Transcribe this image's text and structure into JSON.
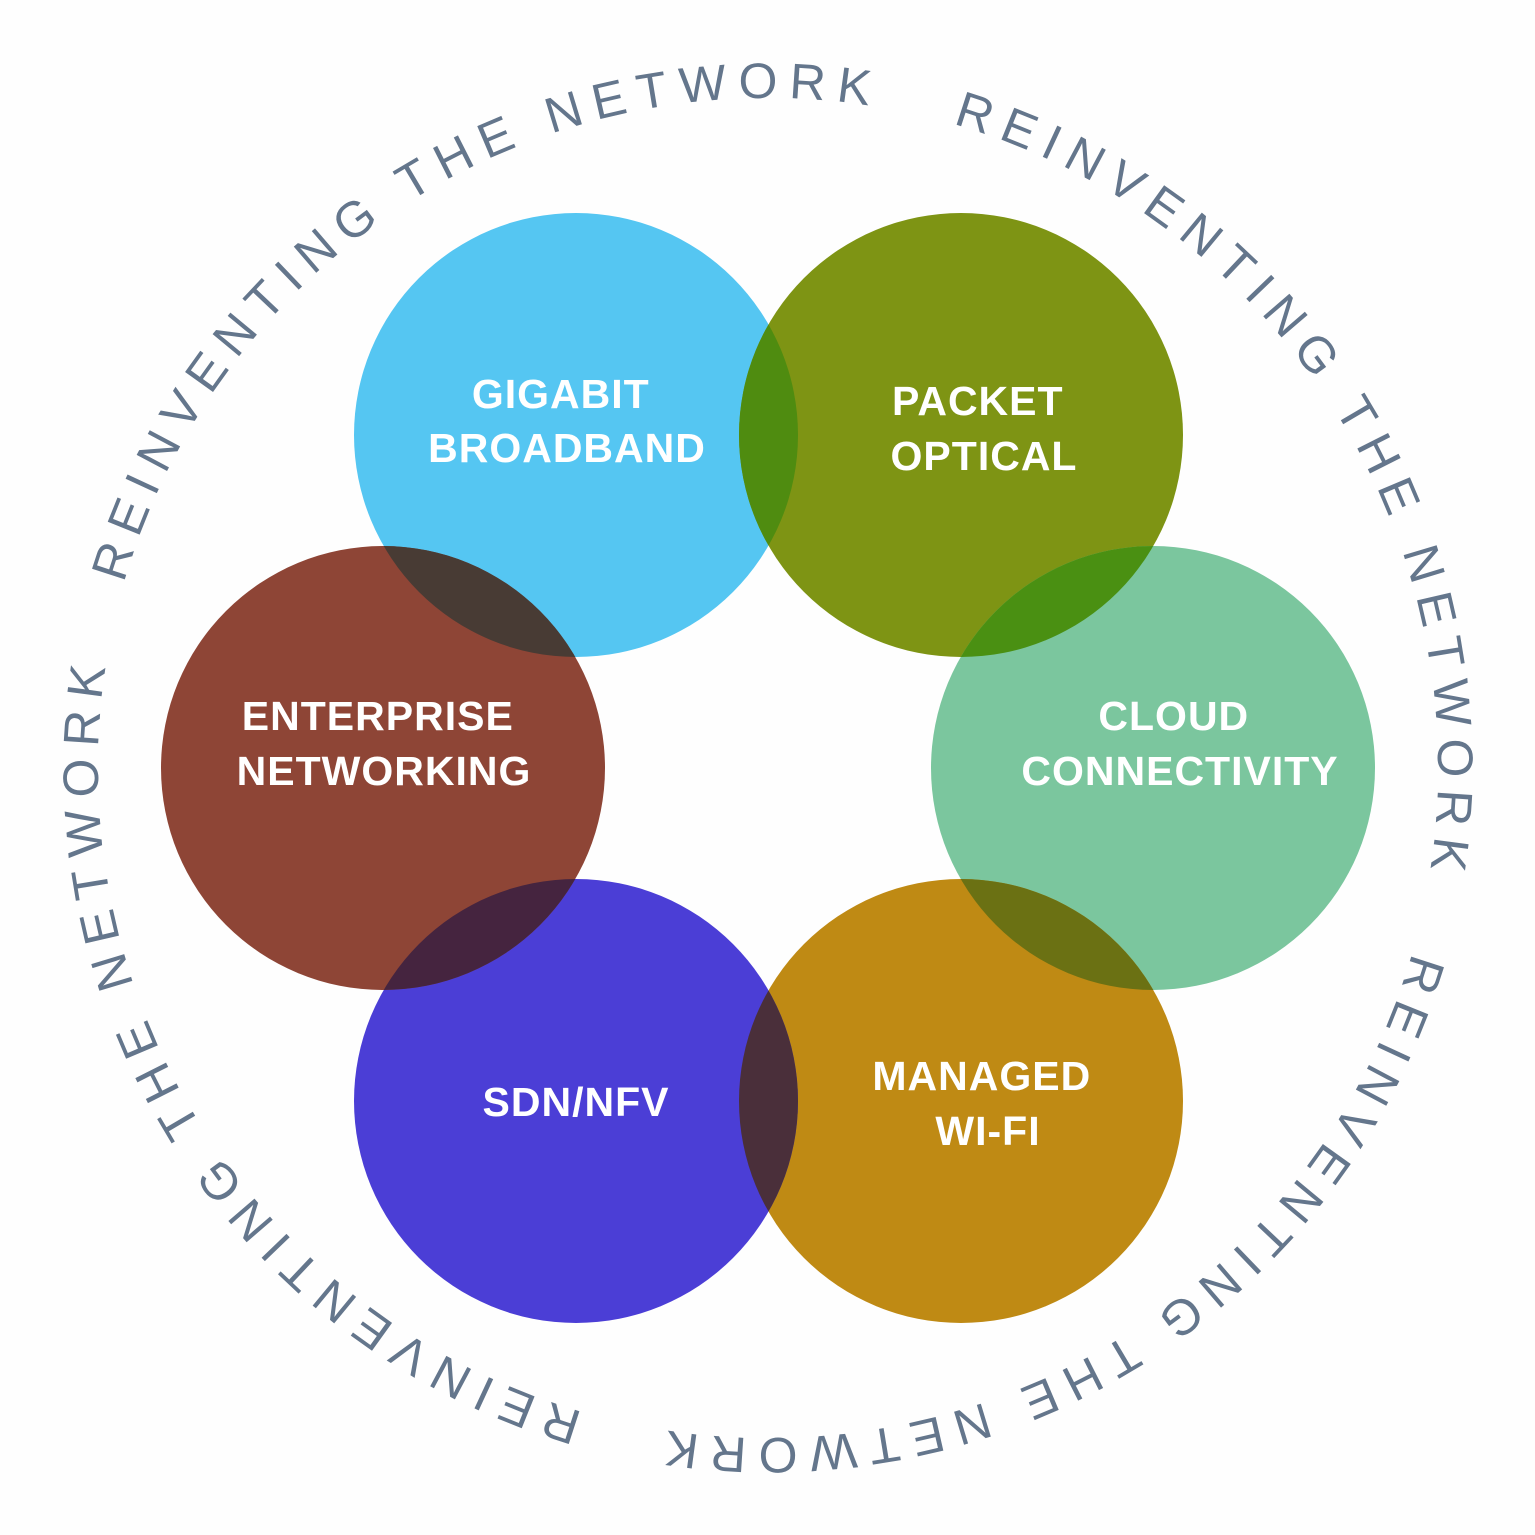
{
  "background_color": "#FEFEFE",
  "ring": {
    "phrase": "REINVENTING THE NETWORK",
    "repetitions": 4,
    "text_color": "#64768C"
  },
  "label_text_color": "#FFFFFF",
  "circles": [
    {
      "name": "gigabit-broadband",
      "lines": [
        "GIGABIT",
        "BROADBAND"
      ],
      "color": "#55C6F2"
    },
    {
      "name": "packet-optical",
      "lines": [
        "PACKET",
        "OPTICAL"
      ],
      "color": "#7E9414"
    },
    {
      "name": "cloud-connectivity",
      "lines": [
        "CLOUD",
        "CONNECTIVITY"
      ],
      "color": "#7BC69E"
    },
    {
      "name": "managed-wifi",
      "lines": [
        "MANAGED",
        "WI-FI"
      ],
      "color": "#BF8A14"
    },
    {
      "name": "sdn-nfv",
      "lines": [
        "SDN/NFV"
      ],
      "color": "#4B3ED6"
    },
    {
      "name": "enterprise-networking",
      "lines": [
        "ENTERPRISE",
        "NETWORKING"
      ],
      "color": "#8E4536"
    }
  ],
  "overlaps": [
    {
      "name": "gigabit-packet",
      "color": "#4F8C10"
    },
    {
      "name": "packet-cloud",
      "color": "#4A9012"
    },
    {
      "name": "cloud-wifi",
      "color": "#6B7113"
    },
    {
      "name": "wifi-sdn",
      "color": "#4A2F3A"
    },
    {
      "name": "sdn-enterprise",
      "color": "#45243F"
    },
    {
      "name": "enterprise-gigabit",
      "color": "#483B34"
    }
  ]
}
